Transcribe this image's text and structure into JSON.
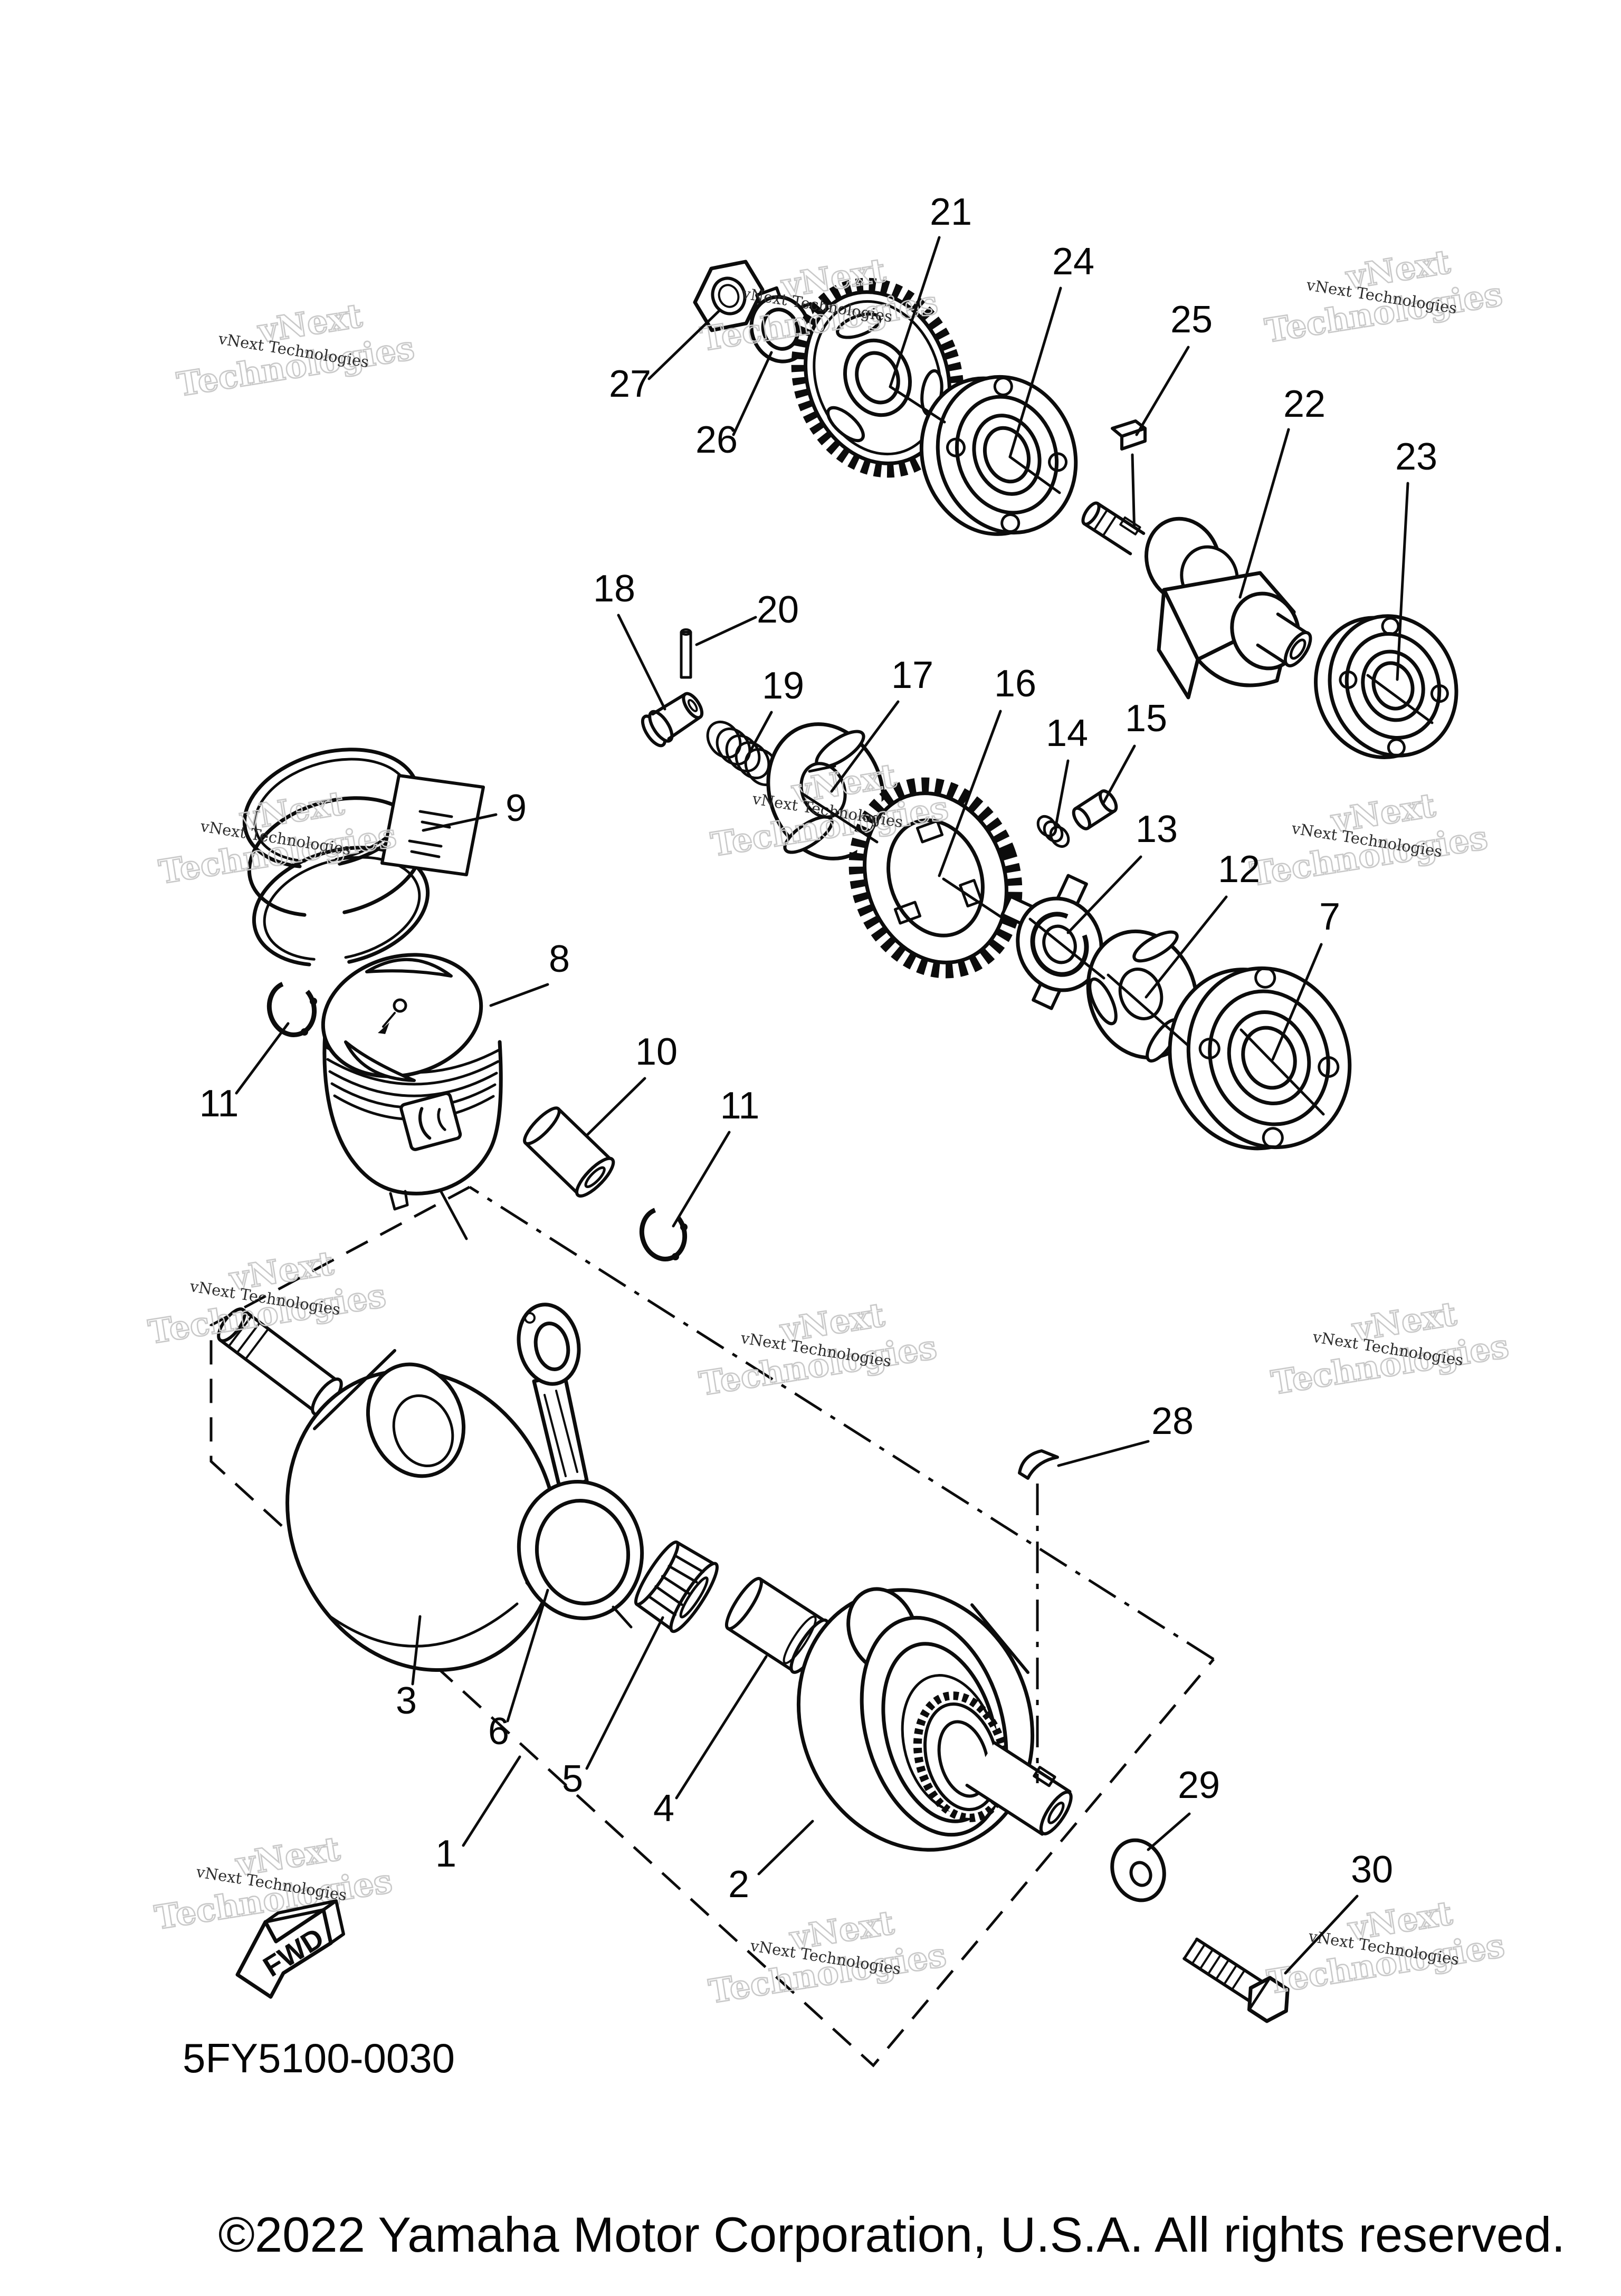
{
  "watermark": {
    "line1": "vNext",
    "line2": "Technologies",
    "small": "vNext Technologies"
  },
  "diagram": {
    "code": "5FY5100-0030",
    "fwd_label": "FWD",
    "callouts": [
      "1",
      "2",
      "3",
      "4",
      "5",
      "6",
      "7",
      "8",
      "9",
      "10",
      "11",
      "11",
      "12",
      "13",
      "14",
      "15",
      "16",
      "17",
      "18",
      "19",
      "20",
      "21",
      "22",
      "23",
      "24",
      "25",
      "26",
      "27",
      "28",
      "29",
      "30"
    ]
  },
  "footer": {
    "copyright": "©2022 Yamaha Motor Corporation, U.S.A. All rights reserved."
  }
}
